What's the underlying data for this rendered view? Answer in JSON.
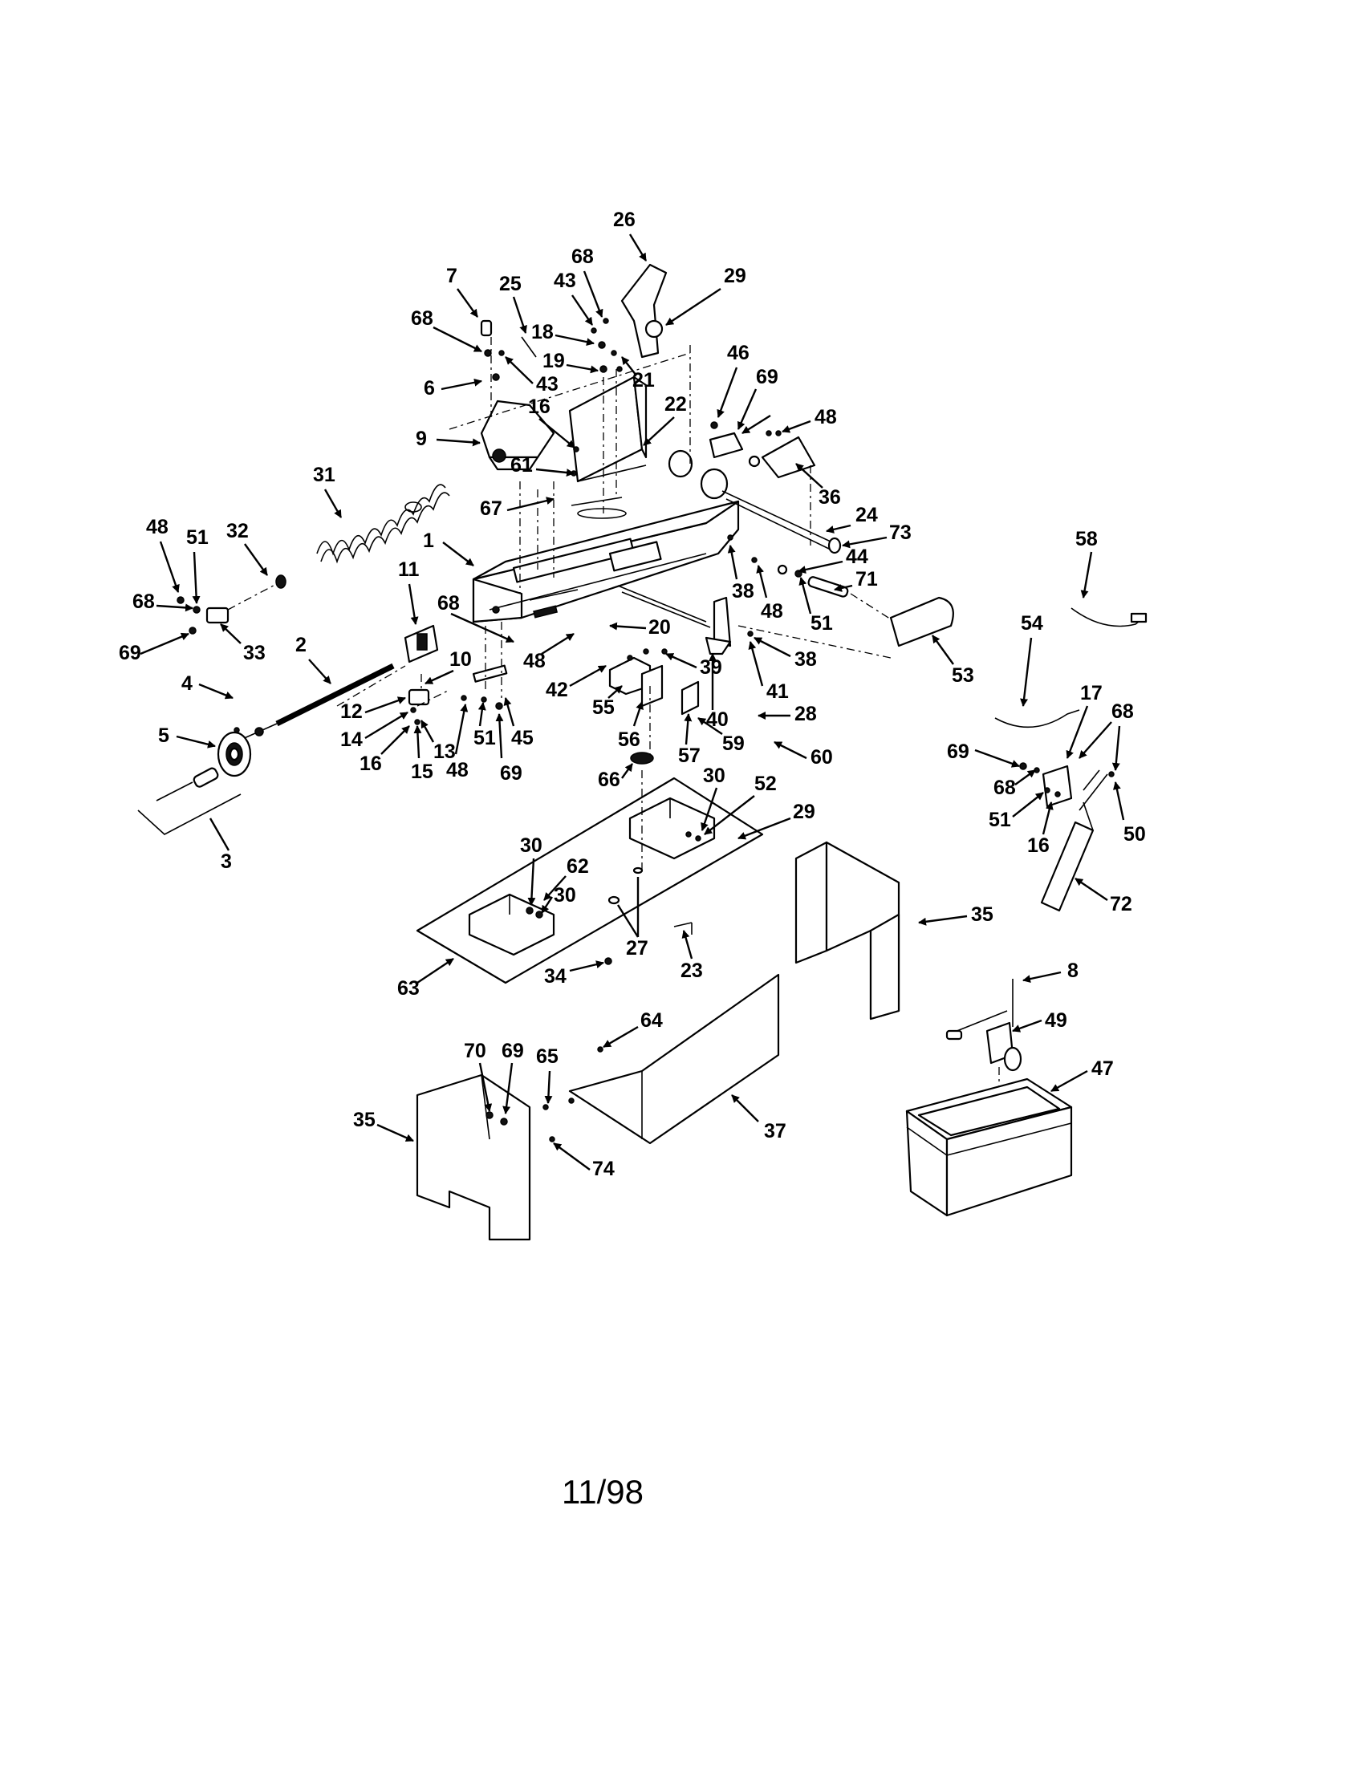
{
  "footer": {
    "date": "11/98"
  },
  "callouts": [
    "1",
    "2",
    "3",
    "4",
    "5",
    "6",
    "7",
    "8",
    "9",
    "10",
    "11",
    "12",
    "13",
    "14",
    "15",
    "16",
    "16",
    "16",
    "16",
    "17",
    "18",
    "19",
    "20",
    "21",
    "22",
    "23",
    "24",
    "25",
    "26",
    "27",
    "28",
    "29",
    "29",
    "30",
    "30",
    "30",
    "31",
    "32",
    "33",
    "34",
    "35",
    "35",
    "36",
    "37",
    "38",
    "38",
    "39",
    "40",
    "41",
    "42",
    "43",
    "43",
    "44",
    "45",
    "46",
    "47",
    "48",
    "48",
    "48",
    "48",
    "48",
    "49",
    "50",
    "51",
    "51",
    "51",
    "51",
    "52",
    "53",
    "54",
    "55",
    "56",
    "57",
    "58",
    "59",
    "60",
    "61",
    "62",
    "63",
    "64",
    "65",
    "66",
    "67",
    "68",
    "68",
    "68",
    "68",
    "68",
    "68",
    "69",
    "69",
    "69",
    "69",
    "69",
    "70",
    "71",
    "72",
    "73",
    "74"
  ]
}
